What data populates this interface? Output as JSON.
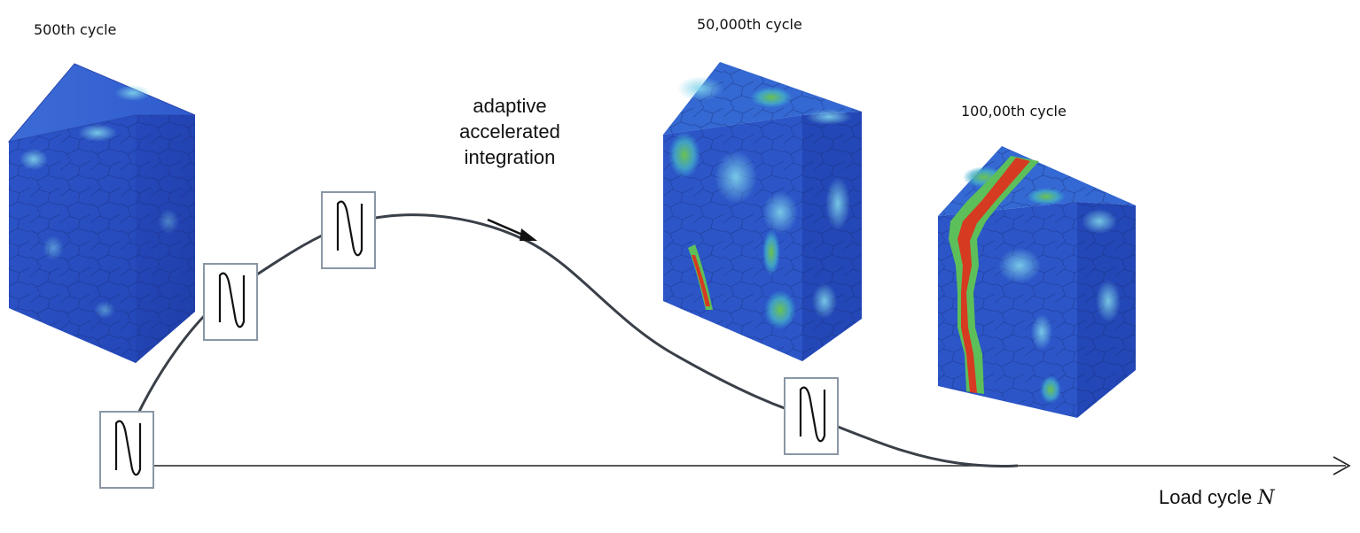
{
  "labels": {
    "cycle_500": "500th cycle",
    "cycle_50000": "50,000th cycle",
    "cycle_100000": "100,00th cycle",
    "adaptive_line1": "adaptive",
    "adaptive_line2": "accelerated",
    "adaptive_line3": "integration",
    "axis_label_text": "Load cycle",
    "axis_label_symbol": "N"
  },
  "colors": {
    "field_low": "#2a4fc6",
    "field_mid": "#3aa7d6",
    "field_green": "#5cbf5a",
    "field_high": "#d33a22",
    "curve": "#3a4048",
    "box_border": "#8a97a5"
  },
  "icons": {
    "load_symbol": "sine-wave-icon",
    "arrow": "arrow-right-icon"
  }
}
